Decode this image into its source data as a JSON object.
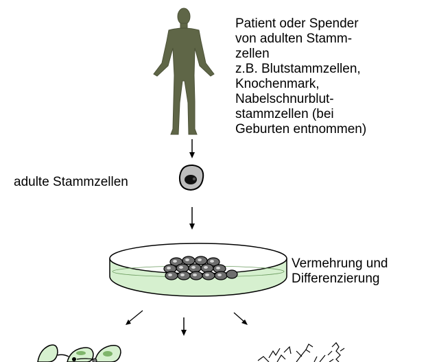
{
  "donor_text": [
    "Patient oder Spender",
    "von adulten Stamm-",
    "zellen",
    "z.B. Blutstammzellen,",
    "Knochenmark,",
    "Nabelschnurblut-",
    "stammzellen (bei",
    "Geburten entnommen)"
  ],
  "stem_cell_label": "adulte Stammzellen",
  "culture_text": [
    "Vermehrung und",
    "Differenzierung"
  ],
  "colors": {
    "human_figure": "#5f6647",
    "cell_fill": "#bdbdbd",
    "dish_fill": "#d6f0cf",
    "cell_body_green": "#7fb56b"
  }
}
